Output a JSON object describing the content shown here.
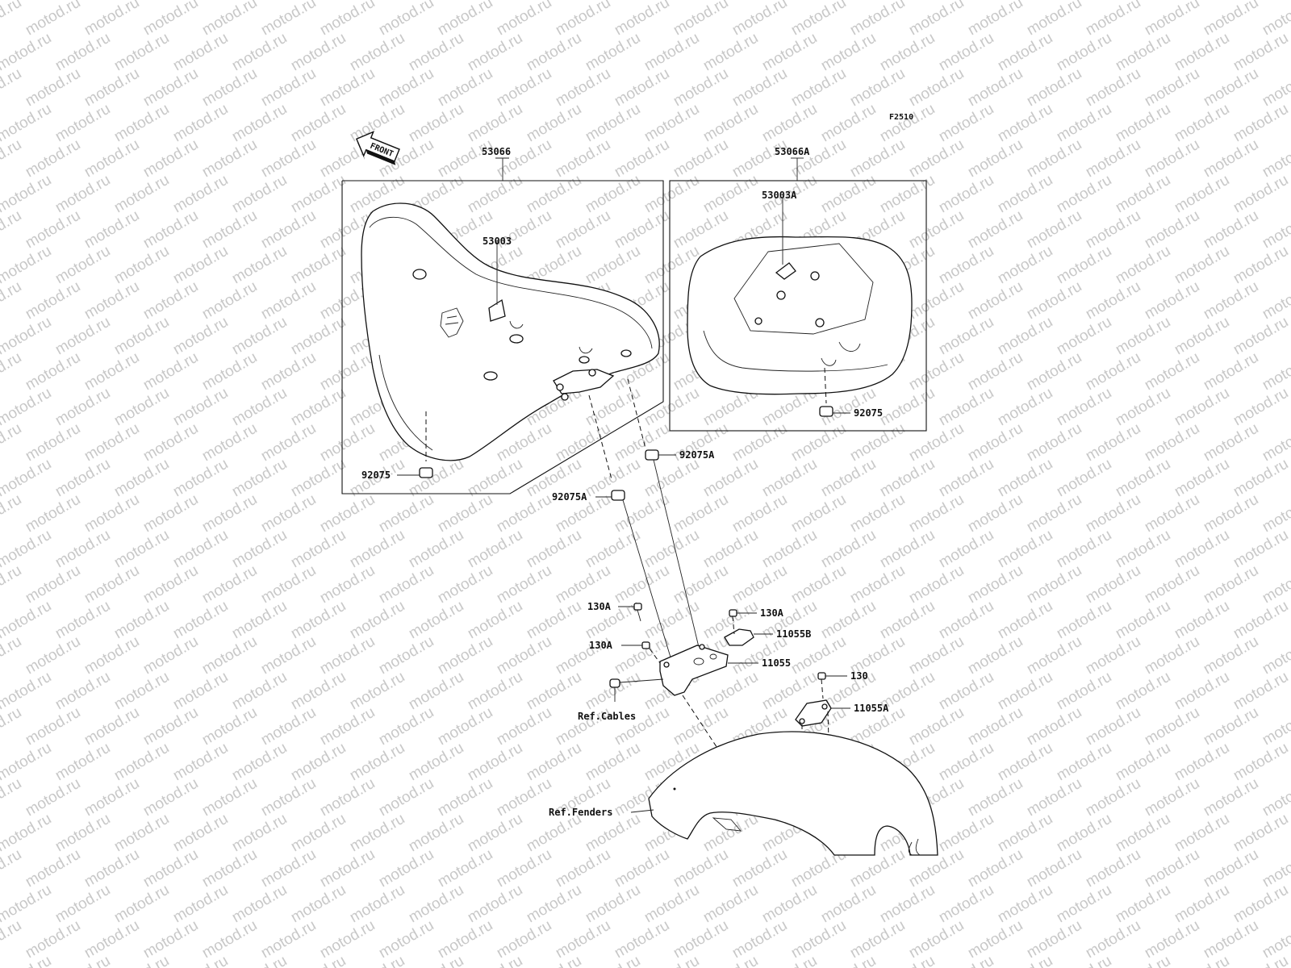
{
  "watermark": "motod.ru",
  "figure_code": "F2510",
  "front_label": "FRONT",
  "labels": {
    "seat_front": "53066",
    "seat_rear": "53066A",
    "seat_front_cover": "53003",
    "seat_rear_cover": "53003A",
    "damper_front": "92075",
    "damper_rear": "92075",
    "damper_a_upper": "92075A",
    "damper_a_lower": "92075A",
    "bolt_a_1": "130A",
    "bolt_a_2": "130A",
    "bolt_a_3": "130A",
    "bolt": "130",
    "bracket_b": "11055B",
    "bracket": "11055",
    "bracket_a": "11055A",
    "ref_cables": "Ref.Cables",
    "ref_fenders": "Ref.Fenders"
  }
}
